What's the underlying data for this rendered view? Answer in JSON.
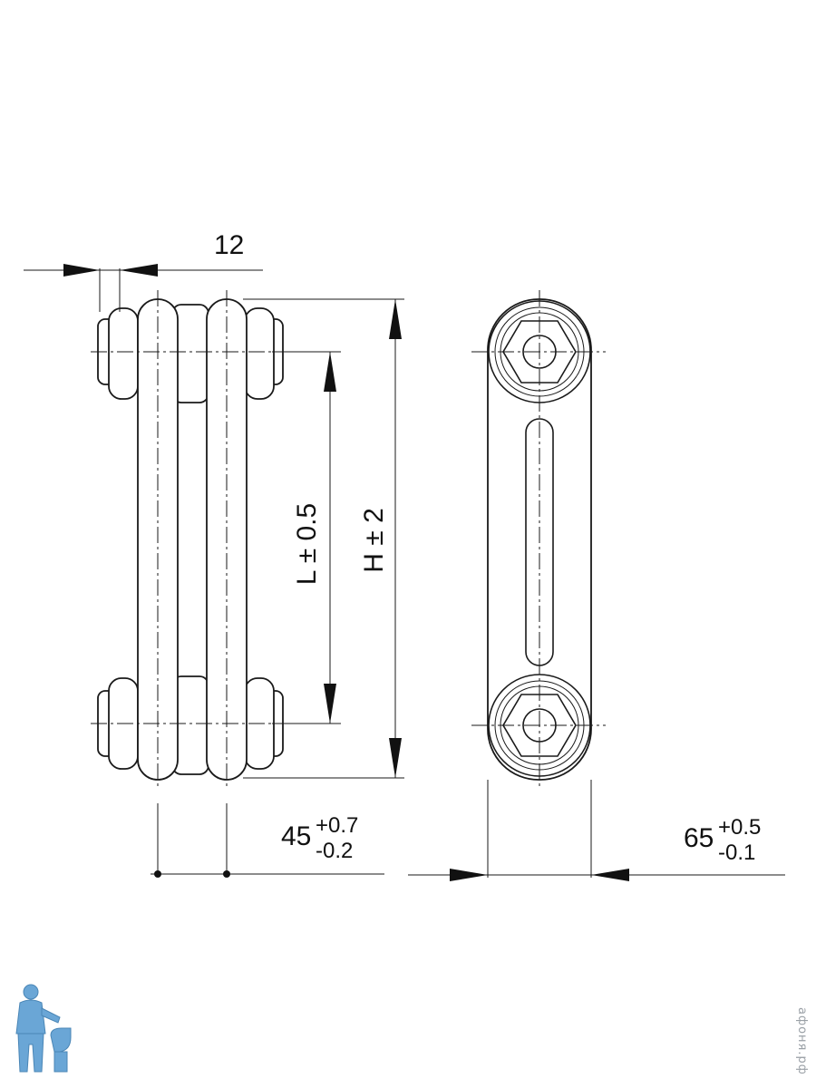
{
  "dimensions": {
    "section_width": "12",
    "center_distance": "L ± 0.5",
    "height": "H ± 2",
    "depth_side": {
      "base": "45",
      "upper": "+0.7",
      "lower": "-0.2"
    },
    "depth_front": {
      "base": "65",
      "upper": "+0.5",
      "lower": "-0.1"
    }
  },
  "watermark": "афоня.рф",
  "colors": {
    "line": "#1a1a1a",
    "watermark": "#9aa0a6",
    "mascot": "#6aa6d6"
  },
  "mascot_icon": "plumber-mascot-icon"
}
